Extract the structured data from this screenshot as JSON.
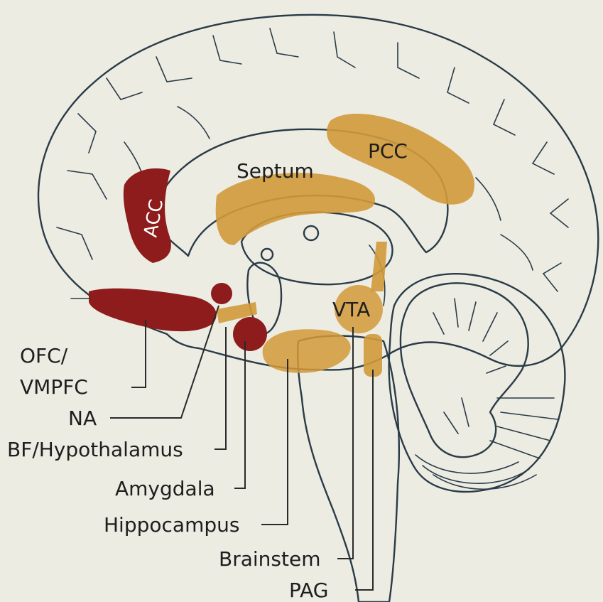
{
  "regions": {
    "acc": "ACC",
    "pcc": "PCC",
    "septum": "Septum",
    "vta": "VTA"
  },
  "labels": {
    "ofc": "OFC/",
    "vmpfc": "VMPFC",
    "na": "NA",
    "bf": "BF/Hypothalamus",
    "amygdala": "Amygdala",
    "hippocampus": "Hippocampus",
    "brainstem": "Brainstem",
    "pag": "PAG"
  },
  "colors": {
    "background": "#ecece2",
    "brain": "#cfe3ee",
    "inner": "#f7f7f2",
    "red_region": "#8e1c1c",
    "orange_region": "#d29a3a",
    "outline": "#2a3b48"
  }
}
